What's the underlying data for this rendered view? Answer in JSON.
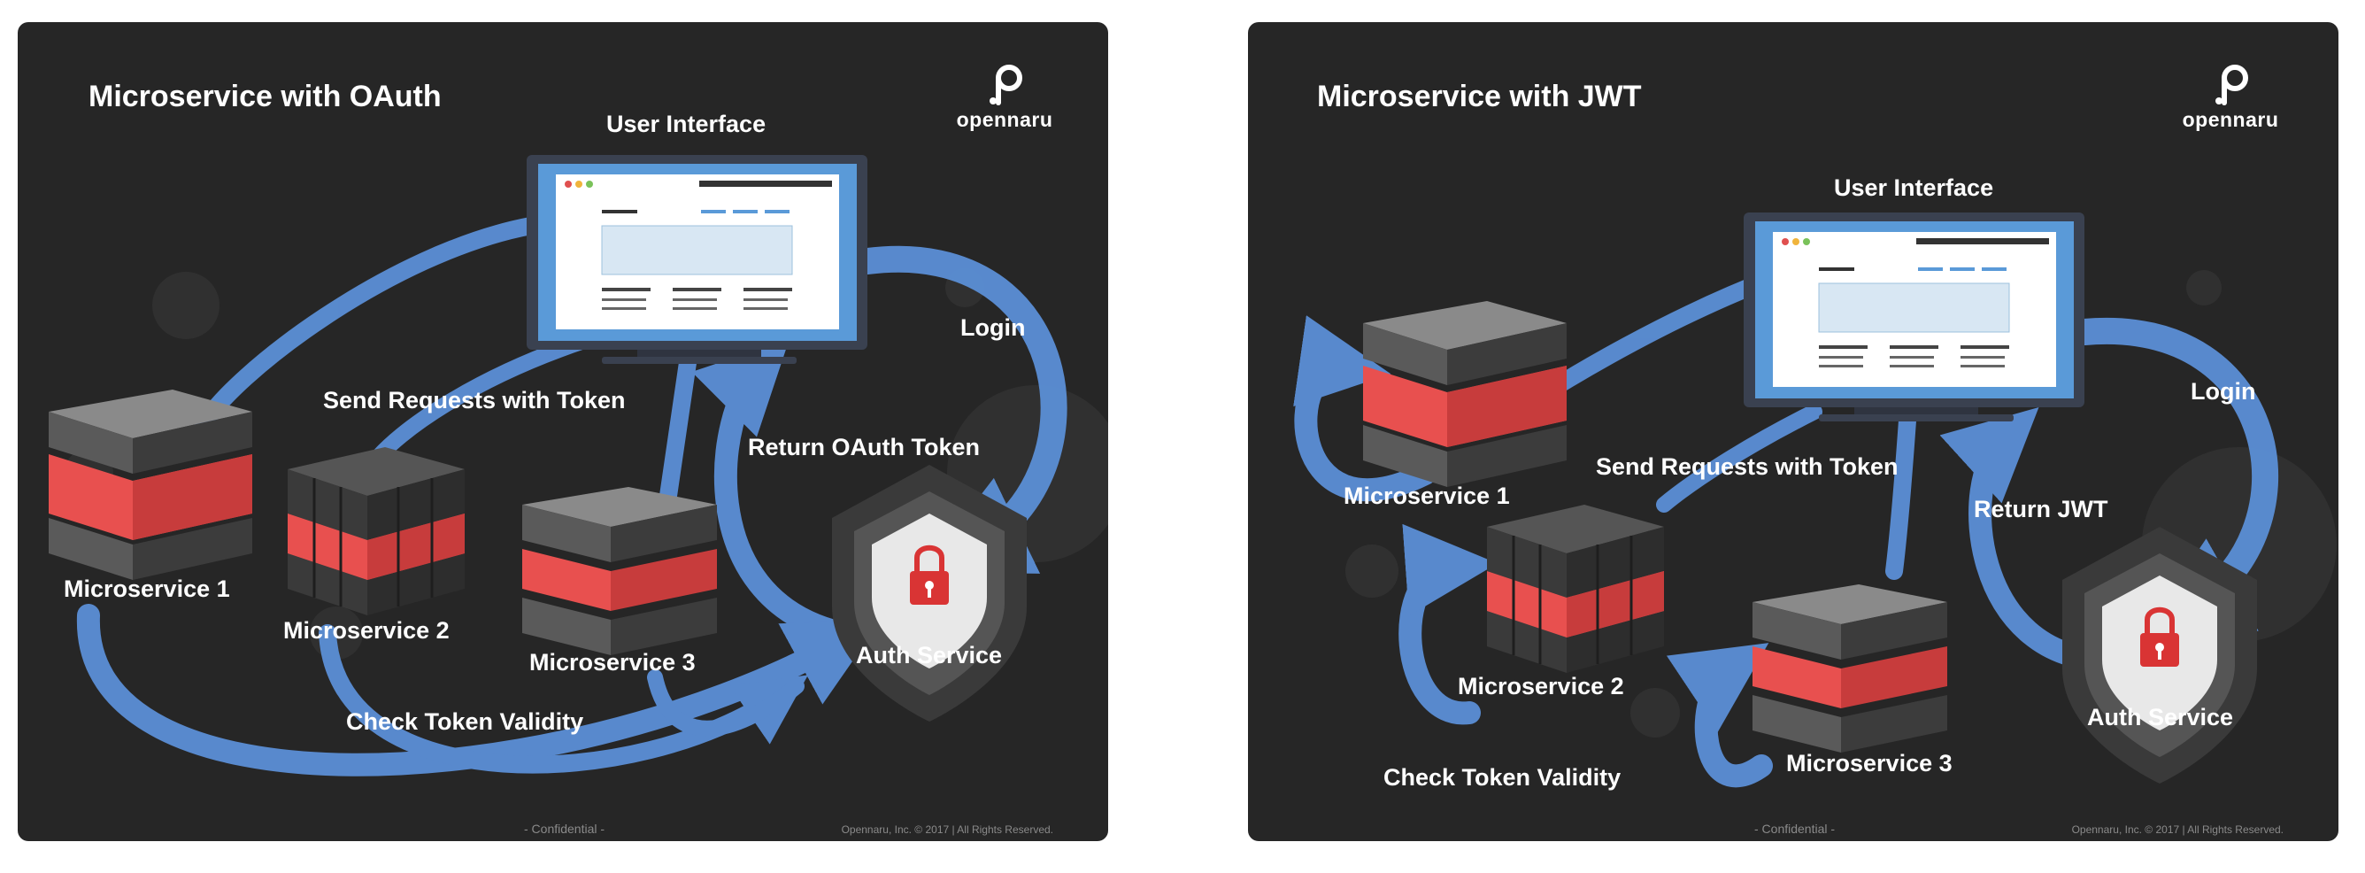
{
  "left_slide": {
    "title": "Microservice with OAuth",
    "logo_text": "opennaru",
    "labels": {
      "user_interface": "User Interface",
      "login": "Login",
      "send_requests": "Send Requests with Token",
      "return_token": "Return OAuth Token",
      "microservice_1": "Microservice 1",
      "microservice_2": "Microservice 2",
      "microservice_3": "Microservice 3",
      "auth_service": "Auth Service",
      "check_validity": "Check Token Validity"
    },
    "footer_center": "- Confidential -",
    "footer_right": "Opennaru, Inc. ©  2017 | All Rights Reserved."
  },
  "right_slide": {
    "title": "Microservice with JWT",
    "logo_text": "opennaru",
    "labels": {
      "user_interface": "User Interface",
      "login": "Login",
      "send_requests": "Send Requests with Token",
      "return_token": "Return JWT",
      "microservice_1": "Microservice 1",
      "microservice_2": "Microservice 2",
      "microservice_3": "Microservice 3",
      "auth_service": "Auth Service",
      "check_validity": "Check Token Validity"
    },
    "footer_center": "- Confidential -",
    "footer_right": "Opennaru, Inc. ©  2017 | All Rights Reserved."
  },
  "colors": {
    "background": "#262626",
    "arrow": "#5b8fd6",
    "accent_red": "#e8504f",
    "block_gray": "#6a6a6a"
  }
}
